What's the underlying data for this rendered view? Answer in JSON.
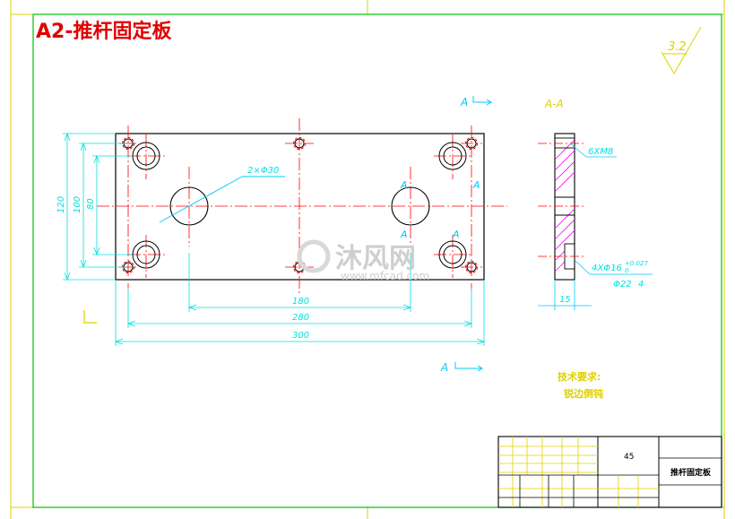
{
  "drawing": {
    "title": "A2-推杆固定板",
    "roughness": "3.2",
    "section_mark": "A",
    "section_title": "A-A"
  },
  "dimensions": {
    "holes_large": "2×Φ30",
    "width_180": "180",
    "width_280": "280",
    "width_300": "300",
    "height_120": "120",
    "height_100": "100",
    "height_80": "80",
    "thread": "6XM8",
    "counterbore": "4XΦ16",
    "counterbore_tol": "+0.027",
    "counterbore_tol_low": "0",
    "counterbore_depth": "Φ22",
    "depth_value": "4",
    "thickness": "15"
  },
  "notes": {
    "heading": "技术要求:",
    "line1": "锐边倒钝"
  },
  "title_block": {
    "scale": "45",
    "part_name": "推杆固定板"
  },
  "watermark": {
    "brand": "沐风网",
    "url": "www.mfcad.com"
  },
  "colors": {
    "frame": "#00c000",
    "outline": "#000000",
    "center": "#ff0000",
    "dimension": "#00e0e0",
    "hatch": "#ff00ff",
    "note": "#e0d000"
  }
}
